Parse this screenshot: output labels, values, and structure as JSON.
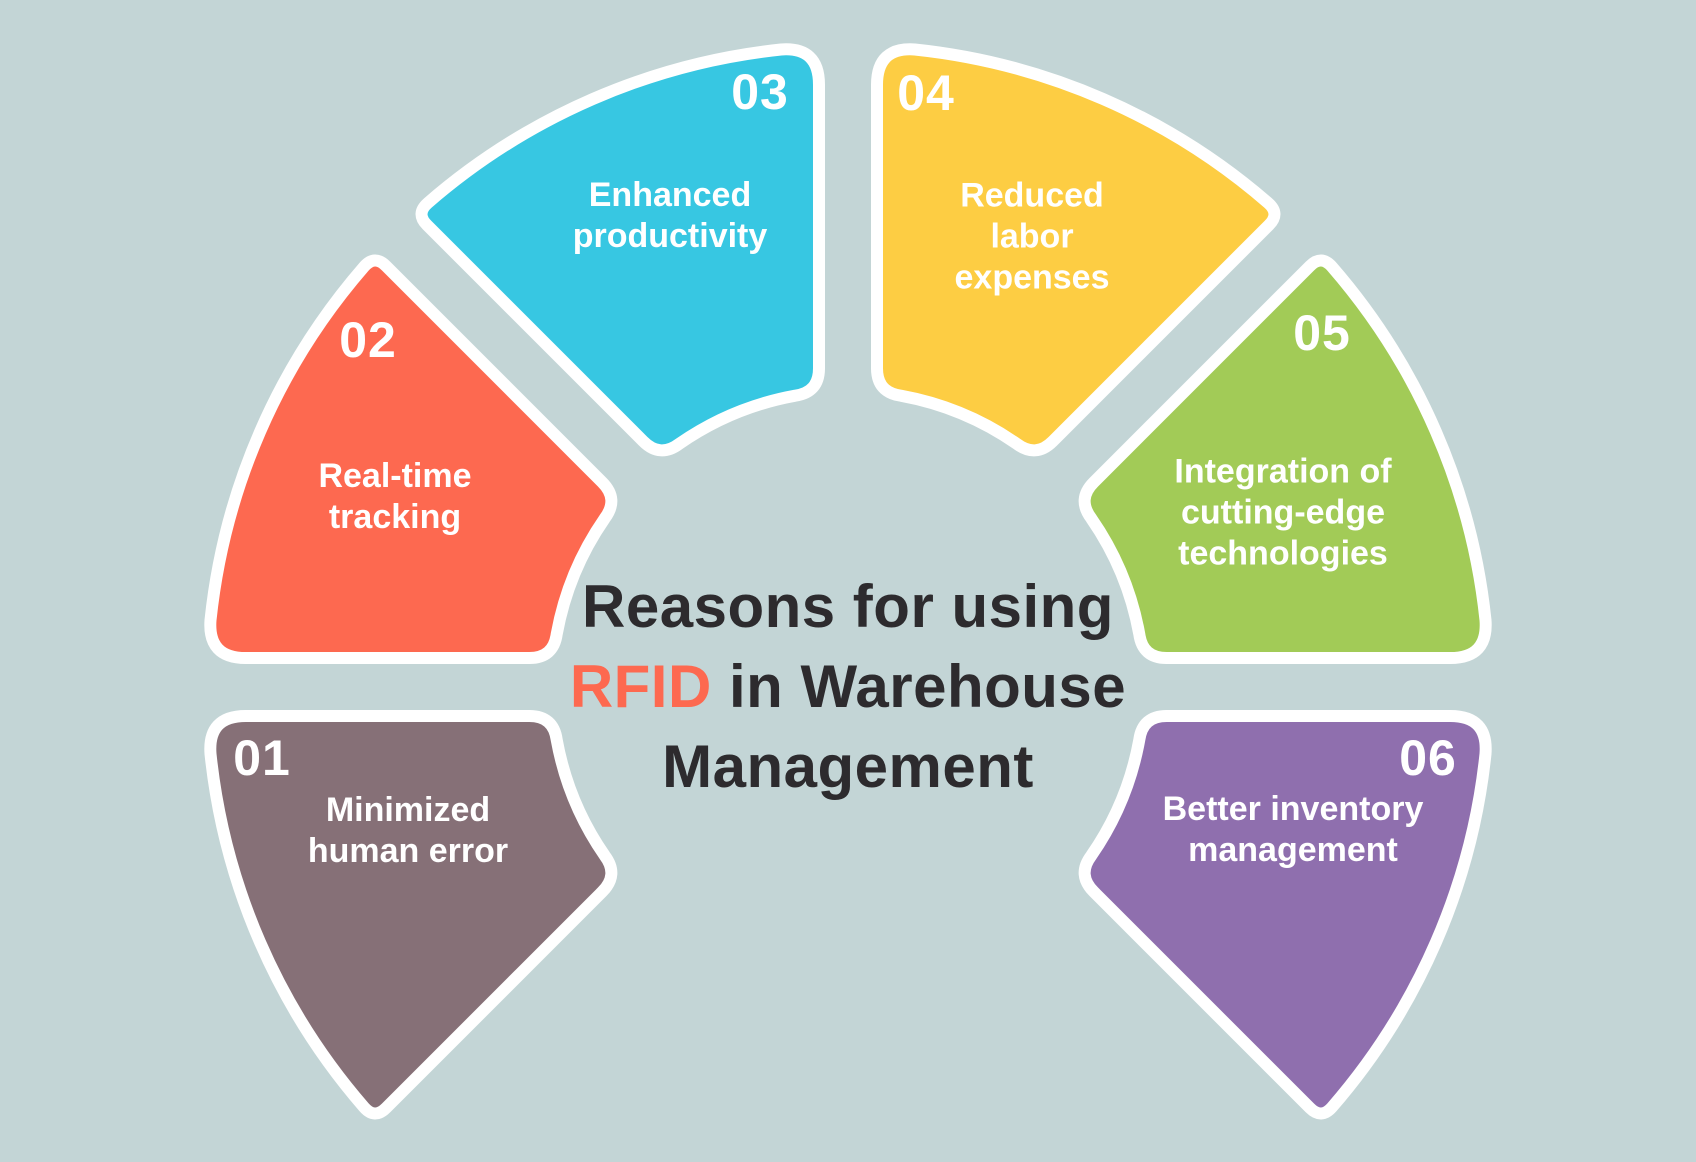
{
  "background_color": "#c3d5d6",
  "stroke_color": "#ffffff",
  "title": {
    "line1": "Reasons for using",
    "line2_highlight": "RFID",
    "line2_rest": " in Warehouse",
    "line3": "Management",
    "text_color": "#2d2b2e",
    "highlight_color": "#fd6950"
  },
  "segments": [
    {
      "number": "01",
      "label": "Minimized\nhuman error",
      "color": "#867077"
    },
    {
      "number": "02",
      "label": "Real-time\ntracking",
      "color": "#fd6950"
    },
    {
      "number": "03",
      "label": "Enhanced\nproductivity",
      "color": "#37c7e2"
    },
    {
      "number": "04",
      "label": "Reduced\nlabor\nexpenses",
      "color": "#fdcd43"
    },
    {
      "number": "05",
      "label": "Integration of\ncutting-edge\ntechnologies",
      "color": "#a2cb57"
    },
    {
      "number": "06",
      "label": "Better inventory\nmanagement",
      "color": "#8f6fae"
    }
  ]
}
